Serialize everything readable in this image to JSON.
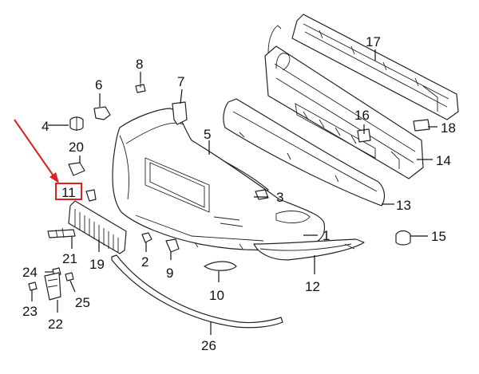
{
  "callouts": [
    {
      "id": "1",
      "label": "1"
    },
    {
      "id": "2",
      "label": "2"
    },
    {
      "id": "3",
      "label": "3"
    },
    {
      "id": "4",
      "label": "4"
    },
    {
      "id": "5",
      "label": "5"
    },
    {
      "id": "6",
      "label": "6"
    },
    {
      "id": "7",
      "label": "7"
    },
    {
      "id": "8",
      "label": "8"
    },
    {
      "id": "9",
      "label": "9"
    },
    {
      "id": "10",
      "label": "10"
    },
    {
      "id": "11",
      "label": "11"
    },
    {
      "id": "12",
      "label": "12"
    },
    {
      "id": "13",
      "label": "13"
    },
    {
      "id": "14",
      "label": "14"
    },
    {
      "id": "15",
      "label": "15"
    },
    {
      "id": "16",
      "label": "16"
    },
    {
      "id": "17",
      "label": "17"
    },
    {
      "id": "18",
      "label": "18"
    },
    {
      "id": "19",
      "label": "19"
    },
    {
      "id": "20",
      "label": "20"
    },
    {
      "id": "21",
      "label": "21"
    },
    {
      "id": "22",
      "label": "22"
    },
    {
      "id": "23",
      "label": "23"
    },
    {
      "id": "24",
      "label": "24"
    },
    {
      "id": "25",
      "label": "25"
    },
    {
      "id": "26",
      "label": "26"
    }
  ],
  "highlight": {
    "callout": "11",
    "color": "#e02020"
  }
}
